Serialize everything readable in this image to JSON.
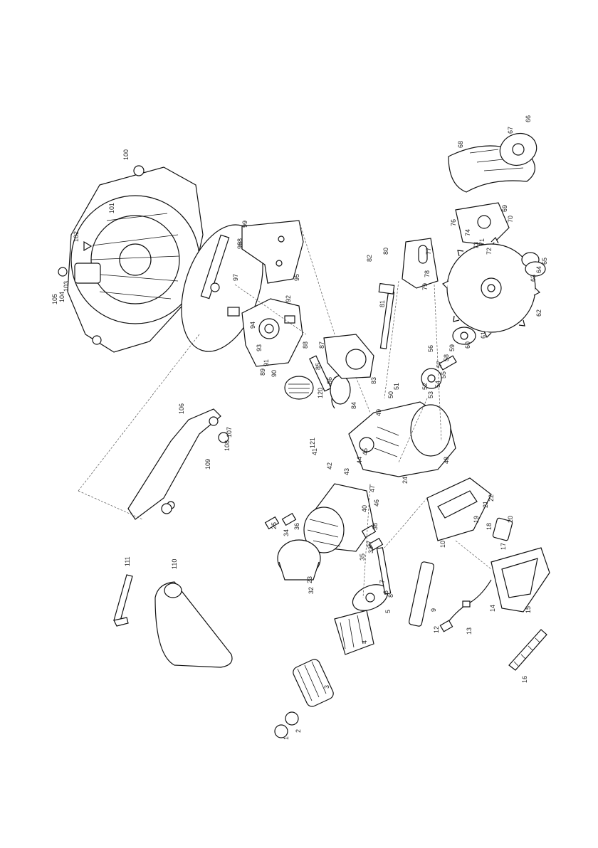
{
  "callouts": [
    {
      "id": "c1",
      "text": "1"
    },
    {
      "id": "c2",
      "text": "2"
    },
    {
      "id": "c3",
      "text": "3"
    },
    {
      "id": "c4",
      "text": "4"
    },
    {
      "id": "c5",
      "text": "5"
    },
    {
      "id": "c6",
      "text": "6"
    },
    {
      "id": "c7",
      "text": "7"
    },
    {
      "id": "c8",
      "text": "8"
    },
    {
      "id": "c9",
      "text": "9"
    },
    {
      "id": "c10",
      "text": "10"
    },
    {
      "id": "c12",
      "text": "12"
    },
    {
      "id": "c13",
      "text": "13"
    },
    {
      "id": "c14",
      "text": "14"
    },
    {
      "id": "c15",
      "text": "15"
    },
    {
      "id": "c16",
      "text": "16"
    },
    {
      "id": "c17",
      "text": "17"
    },
    {
      "id": "c18",
      "text": "18"
    },
    {
      "id": "c19",
      "text": "19"
    },
    {
      "id": "c20",
      "text": "20"
    },
    {
      "id": "c21",
      "text": "21"
    },
    {
      "id": "c22",
      "text": "22"
    },
    {
      "id": "c23",
      "text": "23"
    },
    {
      "id": "c24",
      "text": "24"
    },
    {
      "id": "c25",
      "text": "25"
    },
    {
      "id": "c32",
      "text": "32"
    },
    {
      "id": "c33",
      "text": "33"
    },
    {
      "id": "c34",
      "text": "34"
    },
    {
      "id": "c35",
      "text": "35"
    },
    {
      "id": "c36",
      "text": "36"
    },
    {
      "id": "c37",
      "text": "37"
    },
    {
      "id": "c38",
      "text": "38"
    },
    {
      "id": "c40",
      "text": "40"
    },
    {
      "id": "c41",
      "text": "41"
    },
    {
      "id": "c42",
      "text": "42"
    },
    {
      "id": "c43",
      "text": "43"
    },
    {
      "id": "c44",
      "text": "44"
    },
    {
      "id": "c45",
      "text": "45"
    },
    {
      "id": "c46",
      "text": "46"
    },
    {
      "id": "c47",
      "text": "47"
    },
    {
      "id": "c48",
      "text": "48"
    },
    {
      "id": "c49",
      "text": "49"
    },
    {
      "id": "c50",
      "text": "50"
    },
    {
      "id": "c51",
      "text": "51"
    },
    {
      "id": "c52",
      "text": "52"
    },
    {
      "id": "c53",
      "text": "53"
    },
    {
      "id": "c54",
      "text": "54"
    },
    {
      "id": "c55",
      "text": "55"
    },
    {
      "id": "c56",
      "text": "56"
    },
    {
      "id": "c57",
      "text": "57"
    },
    {
      "id": "c58",
      "text": "58"
    },
    {
      "id": "c59",
      "text": "59"
    },
    {
      "id": "c60",
      "text": "60"
    },
    {
      "id": "c61",
      "text": "61"
    },
    {
      "id": "c62",
      "text": "62"
    },
    {
      "id": "c63",
      "text": "63"
    },
    {
      "id": "c64",
      "text": "64"
    },
    {
      "id": "c65",
      "text": "65"
    },
    {
      "id": "c66",
      "text": "66"
    },
    {
      "id": "c67",
      "text": "67"
    },
    {
      "id": "c68",
      "text": "68"
    },
    {
      "id": "c69",
      "text": "69"
    },
    {
      "id": "c70",
      "text": "70"
    },
    {
      "id": "c71",
      "text": "71"
    },
    {
      "id": "c72",
      "text": "72"
    },
    {
      "id": "c73",
      "text": "73"
    },
    {
      "id": "c74",
      "text": "74"
    },
    {
      "id": "c76",
      "text": "76"
    },
    {
      "id": "c77",
      "text": "77"
    },
    {
      "id": "c78",
      "text": "78"
    },
    {
      "id": "c79",
      "text": "79"
    },
    {
      "id": "c80",
      "text": "80"
    },
    {
      "id": "c81",
      "text": "81"
    },
    {
      "id": "c82",
      "text": "82"
    },
    {
      "id": "c83",
      "text": "83"
    },
    {
      "id": "c84",
      "text": "84"
    },
    {
      "id": "c85",
      "text": "85"
    },
    {
      "id": "c86",
      "text": "86"
    },
    {
      "id": "c87",
      "text": "87"
    },
    {
      "id": "c88",
      "text": "88"
    },
    {
      "id": "c89",
      "text": "89"
    },
    {
      "id": "c90",
      "text": "90"
    },
    {
      "id": "c91",
      "text": "91"
    },
    {
      "id": "c92",
      "text": "92"
    },
    {
      "id": "c93",
      "text": "93"
    },
    {
      "id": "c94",
      "text": "94"
    },
    {
      "id": "c95",
      "text": "95"
    },
    {
      "id": "c96",
      "text": "96"
    },
    {
      "id": "c97",
      "text": "97"
    },
    {
      "id": "c98",
      "text": "98"
    },
    {
      "id": "c99",
      "text": "99"
    },
    {
      "id": "c100",
      "text": "100"
    },
    {
      "id": "c101",
      "text": "101"
    },
    {
      "id": "c102",
      "text": "102"
    },
    {
      "id": "c103",
      "text": "103"
    },
    {
      "id": "c104",
      "text": "104"
    },
    {
      "id": "c105",
      "text": "105"
    },
    {
      "id": "c106",
      "text": "106"
    },
    {
      "id": "c107",
      "text": "107"
    },
    {
      "id": "c108",
      "text": "108"
    },
    {
      "id": "c109",
      "text": "109"
    },
    {
      "id": "c110",
      "text": "110"
    },
    {
      "id": "c111",
      "text": "111"
    },
    {
      "id": "c120",
      "text": "120"
    },
    {
      "id": "c121",
      "text": "121"
    }
  ]
}
